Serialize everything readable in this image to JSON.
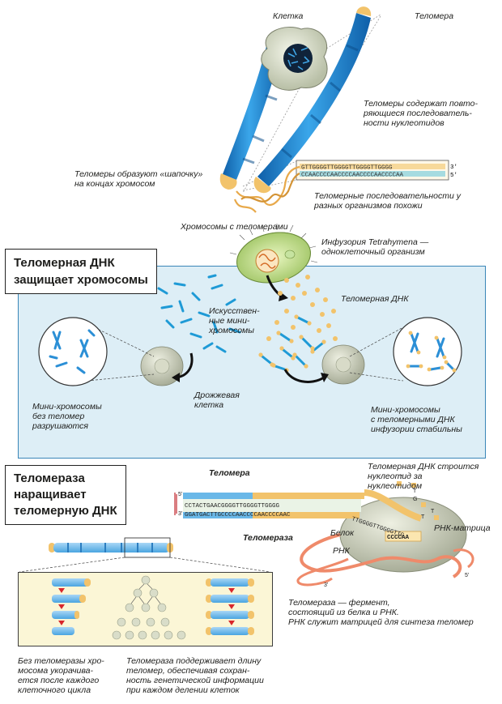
{
  "top": {
    "cell_label": "Клетка",
    "telomere_label": "Теломера",
    "repeats_note": "Теломеры содержат повто-\nряющиеся последователь-\nности нуклеотидов",
    "caps_note": "Теломеры образуют «шапочку»\nна концах хромосом",
    "similar_note": "Теломерные последовательности у\nразных организмов похожи",
    "chromosomes_caption": "Хромосомы с теломерами",
    "seq_top": "GTTGGGGTTGGGGTTGGGGTTGGGG",
    "seq_bottom": "CCAACCCCAACCCCAACCCCAACCCCAA",
    "seq_end_top": "3'",
    "seq_end_bottom": "5'"
  },
  "middle": {
    "title": "Теломерная ДНК\nзащищает хромосомы",
    "tetrahymena_note": "Инфузория Tetrahymena —\nодноклеточный организм",
    "telomeric_dna_label": "Теломерная ДНК",
    "artificial_label": "Искусствен-\nные мини-\nхромосомы",
    "yeast_label": "Дрожжевая\nклетка",
    "left_caption": "Мини-хромосомы\nбез теломер\nразрушаются",
    "right_caption": "Мини-хромосомы\nс теломерными ДНК\nинфузории стабильны"
  },
  "bottom": {
    "title": "Теломераза\nнаращивает\nтеломерную ДНК",
    "telomere_label": "Теломера",
    "built_note": "Теломерная ДНК строится\nнуклеотид за\nнуклеотидом",
    "telomerase_label": "Теломераза",
    "protein_label": "Белок",
    "rna_label": "РНК",
    "rna_template_label": "РНК-матрица",
    "enzyme_note": "Теломераза — фермент,\nсостоящий из белка и РНК.\nРНК служит матрицей для синтеза теломер",
    "dna_top": "CCTACTGAACGGGGTTGGGGTTGGGG",
    "dna_bottom": "GGATGACTTGCCCCAACCCCAACCCCAAC",
    "dna_tail": "TTGGGGTTGGGGTTG",
    "rna_seq": "CCCCAA",
    "end5": "5'",
    "end3": "3'",
    "without_caption": "Без теломеразы хро-\nмосома укорачива-\nется после каждого\nклеточного цикла",
    "with_caption": "Теломераза поддерживает длину\nтеломер, обеспечивая сохран-\nность генетической информации\nпри каждом делении клеток"
  },
  "colors": {
    "chromosome_blue": "#1e88d0",
    "telomere_yellow": "#f2c36b",
    "panel_bg": "#ddeef6",
    "panel_border": "#3a86b8",
    "rna_salmon": "#ef8a6a",
    "arrow_red": "#d8262b"
  }
}
